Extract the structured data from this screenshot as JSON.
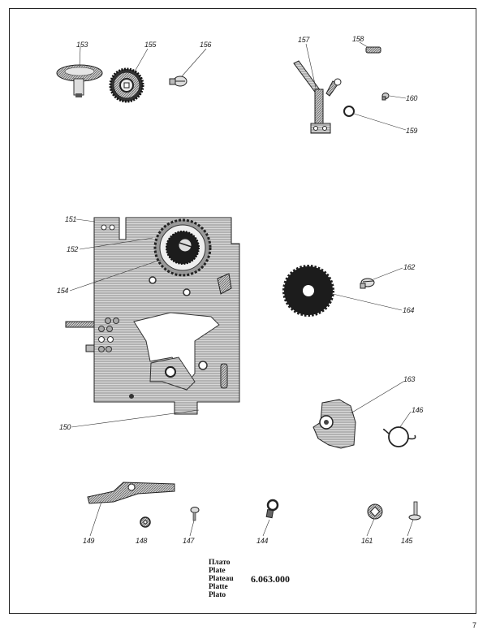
{
  "page": {
    "number": "7"
  },
  "title_block": {
    "names": [
      "Плато",
      "Plate",
      "Plateau",
      "Platte",
      "Plato"
    ],
    "catalog_number": "6.063.000"
  },
  "callouts": {
    "p153": "153",
    "p155": "155",
    "p156": "156",
    "p157": "157",
    "p158": "158",
    "p159": "159",
    "p160": "160",
    "p151": "151",
    "p152": "152",
    "p154": "154",
    "p150": "150",
    "p162": "162",
    "p164": "164",
    "p163": "163",
    "p146": "146",
    "p149": "149",
    "p148": "148",
    "p147": "147",
    "p144": "144",
    "p161": "161",
    "p145": "145"
  },
  "colors": {
    "ink": "#222222",
    "paper": "#ffffff",
    "metal": "#bdbdbd",
    "dark_gear": "#1c1c1c"
  }
}
